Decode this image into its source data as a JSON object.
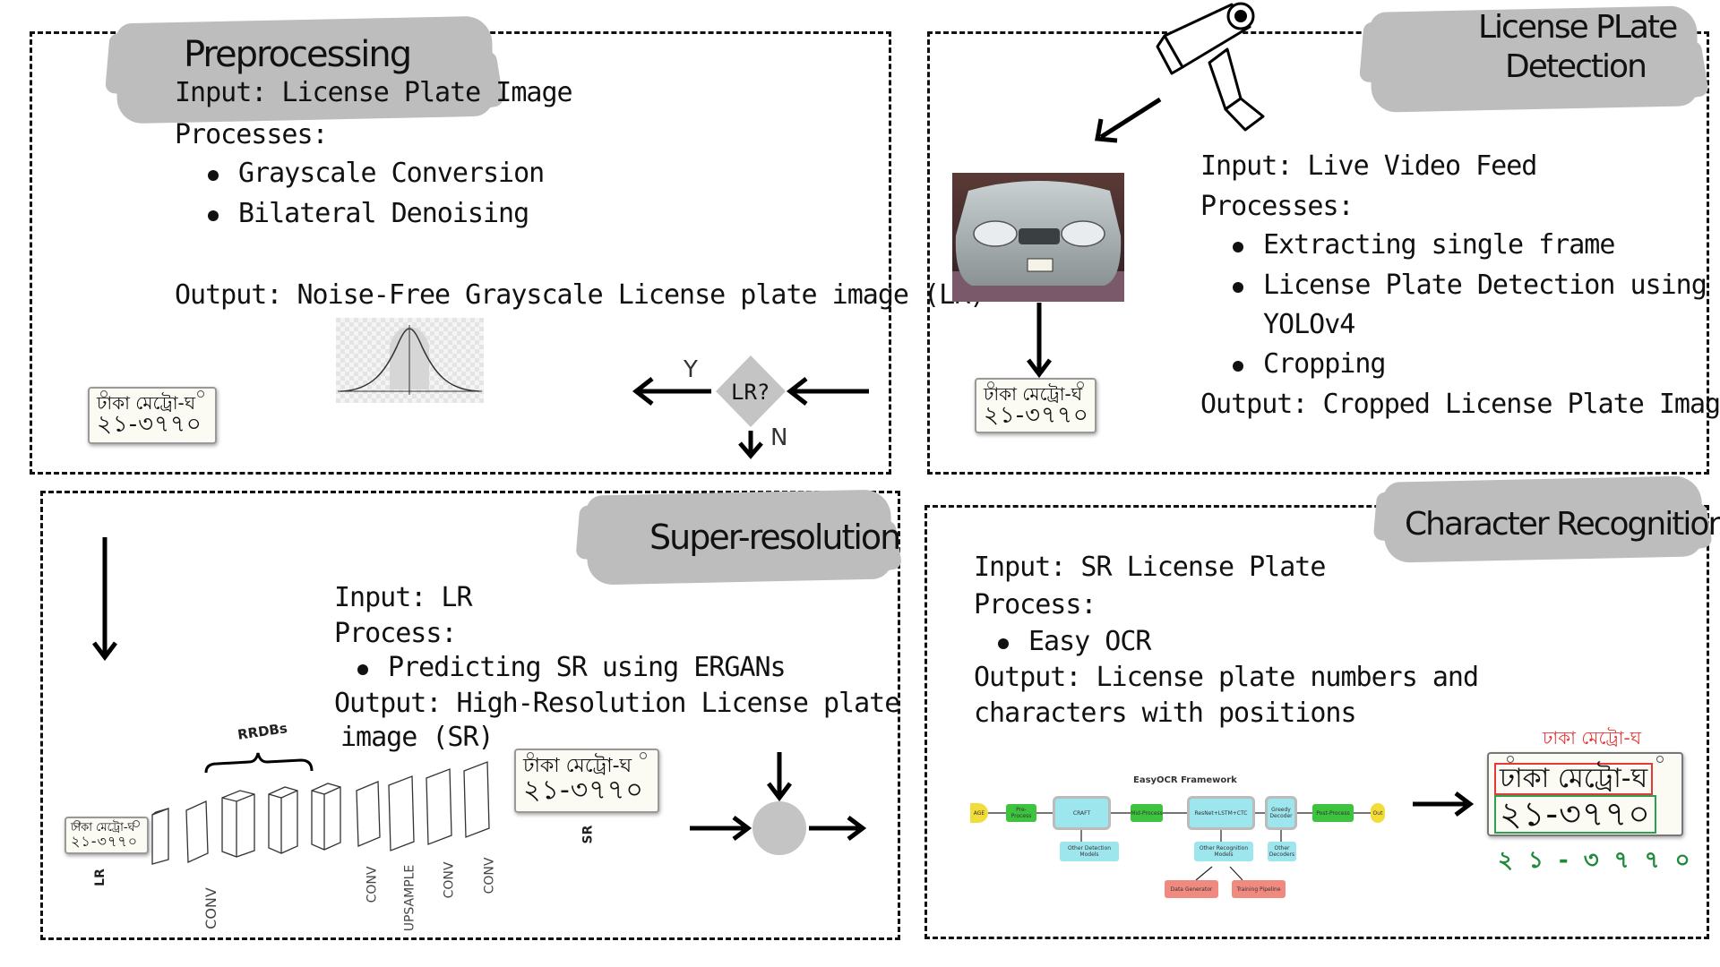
{
  "preprocessing": {
    "title": "Preprocessing",
    "input": "Input: License Plate Image",
    "processes_label": "Processes:",
    "items": [
      "Grayscale Conversion",
      "Bilateral Denoising"
    ],
    "output": "Output: Noise-Free Grayscale License plate image (LR)",
    "decision": "LR?",
    "yes": "Y",
    "no": "N"
  },
  "detection": {
    "title_line1": "License PLate",
    "title_line2": "Detection",
    "input": "Input: Live Video Feed",
    "processes_label": "Processes:",
    "items": [
      "Extracting single frame",
      "License Plate Detection using",
      "YOLOv4",
      "Cropping"
    ],
    "output": "Output: Cropped License Plate Image"
  },
  "superres": {
    "title": "Super-resolution",
    "input": "Input: LR",
    "process_label": "Process:",
    "items": [
      "Predicting SR using ERGANs"
    ],
    "output_line1": "Output: High-Resolution License plate",
    "output_line2": "image (SR)",
    "rrdbs": "RRDBs",
    "labels": {
      "lr": "LR",
      "conv1": "CONV",
      "conv2": "CONV",
      "upsample": "UPSAMPLE",
      "conv3": "CONV",
      "conv4": "CONV",
      "sr": "SR"
    }
  },
  "recognition": {
    "title": "Character Recognition",
    "input": "Input: SR License Plate",
    "process_label": "Process:",
    "items": [
      "Easy OCR"
    ],
    "output_line1": "Output: License plate numbers and",
    "output_line2": "characters with positions",
    "framework_title": "EasyOCR Framework",
    "framework_nodes": [
      "AGE",
      "Pre-Process",
      "CRAFT",
      "Mid-Process",
      "ResNet+LSTM+CTC",
      "Greedy Decoder",
      "Post-Process",
      "Out"
    ],
    "framework_sub": [
      "Other Detection Models",
      "Other Recognition Models",
      "Other Decoders"
    ],
    "framework_bottom": [
      "Data Generator",
      "Training Pipeline"
    ],
    "result_top": "ঢাকা মেট্রো-ঘ",
    "result_bottom": "২ ১ - ৩ ৭ ৭ ০"
  },
  "plate": {
    "line1": "ঢাকা মেট্রো-ঘ",
    "line2": "২১-৩৭৭০"
  },
  "colors": {
    "brush": "#bdbdbd",
    "node_green": "#3ec33e",
    "node_cyan": "#9ee6ee",
    "node_red": "#f08a80",
    "result_red": "#e53935",
    "result_green": "#1e8a3a",
    "circle": "#c4c4c4"
  }
}
